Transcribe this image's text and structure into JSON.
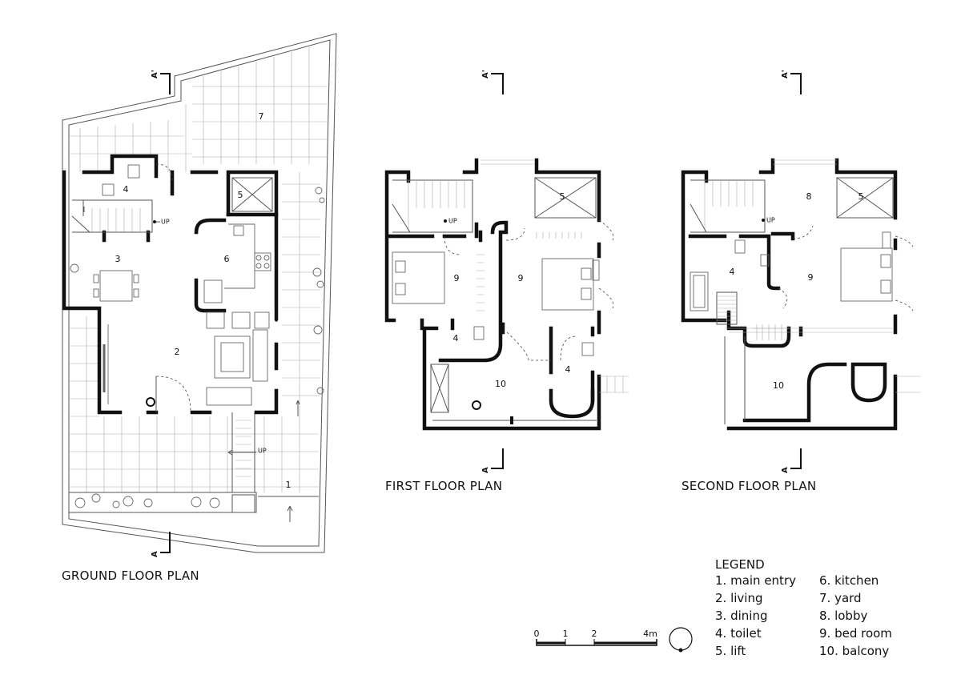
{
  "titles": {
    "ground": "GROUND FLOOR PLAN",
    "first": "FIRST FLOOR PLAN",
    "second": "SECOND FLOOR PLAN"
  },
  "section_marker": "A'",
  "section_marker_bottom": "A",
  "up_label": "UP",
  "ground_rooms": {
    "r1": "1",
    "r2": "2",
    "r3": "3",
    "r4": "4",
    "r5": "5",
    "r6": "6",
    "r7": "7"
  },
  "first_rooms": {
    "r5": "5",
    "r9a": "9",
    "r9b": "9",
    "r4a": "4",
    "r4b": "4",
    "r10": "10"
  },
  "second_rooms": {
    "r8": "8",
    "r5": "5",
    "r4": "4",
    "r9": "9",
    "r10": "10"
  },
  "legend": {
    "title": "LEGEND",
    "left": [
      "1. main entry",
      "2. living",
      "3. dining",
      "4. toilet",
      "5. lift"
    ],
    "right": [
      "6. kitchen",
      "7. yard",
      "8. lobby",
      "9. bed room",
      "10. balcony"
    ]
  },
  "scale": {
    "ticks": [
      "0",
      "1",
      "2",
      "4m"
    ]
  }
}
